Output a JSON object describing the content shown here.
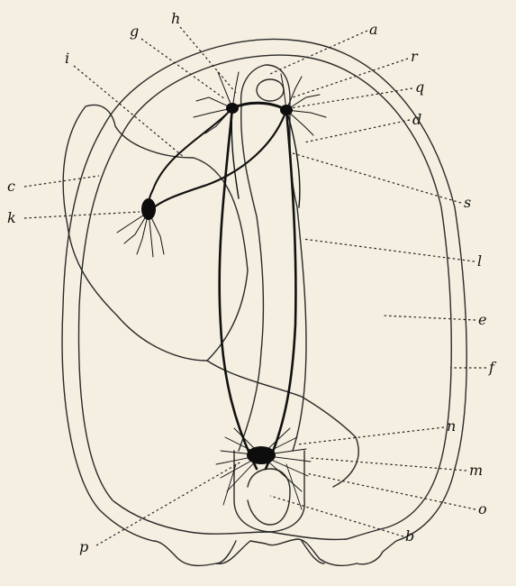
{
  "labels": {
    "a": "a",
    "b": "b",
    "c": "c",
    "d": "d",
    "e": "e",
    "f": "f",
    "g": "g",
    "h": "h",
    "i": "i",
    "k": "k",
    "l": "l",
    "m": "m",
    "n": "n",
    "o": "o",
    "p": "p",
    "q": "q",
    "r": "r",
    "s": "s"
  },
  "colors": {
    "background": "#f4efe0",
    "ink": "#111111"
  }
}
